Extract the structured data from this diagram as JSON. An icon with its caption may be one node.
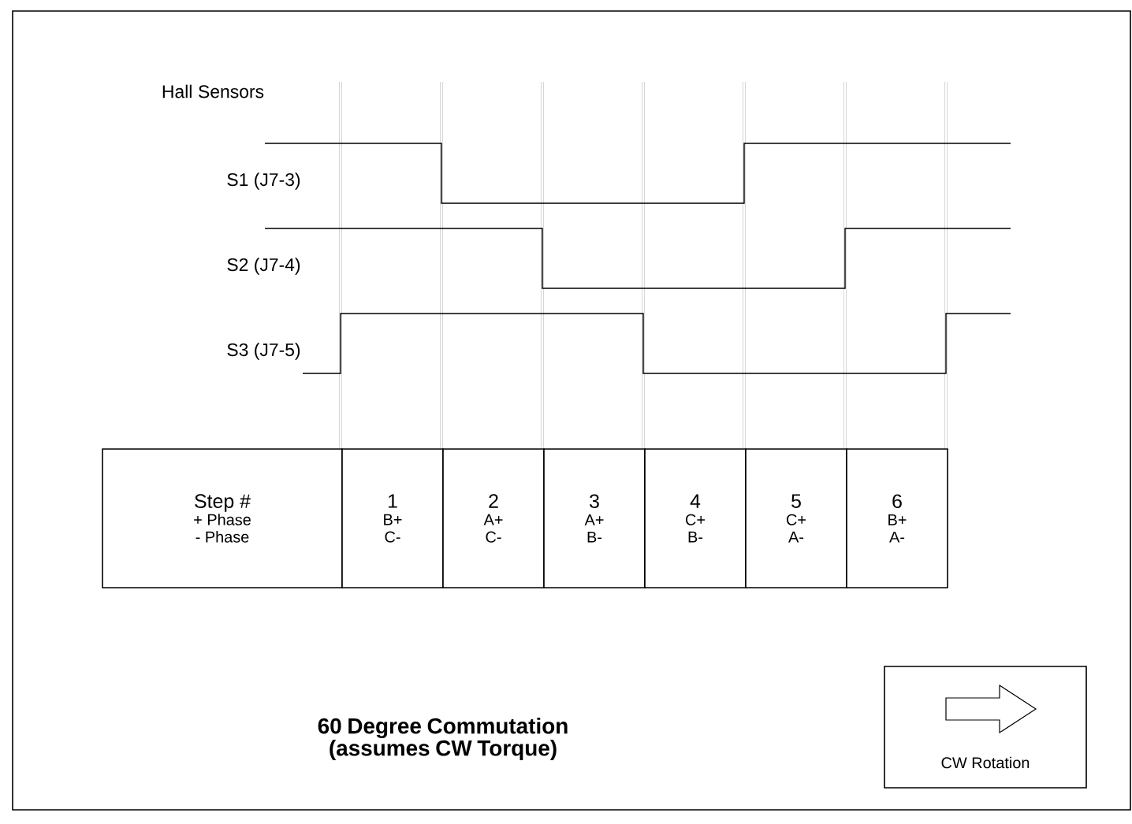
{
  "diagram": {
    "caption": "60 Degree Commutation (assumes CW Torque)",
    "nodes": [
      {
        "text": [
          "Step #",
          "+ Phase",
          "- Phase"
        ]
      },
      {
        "text": [
          "1",
          "B+",
          "C-"
        ]
      },
      {
        "text": [
          "2",
          "A+",
          "C-"
        ]
      },
      {
        "text": [
          "3",
          "A+",
          "B-"
        ]
      },
      {
        "text": [
          "4",
          "C+",
          "B-"
        ]
      },
      {
        "text": [
          "5",
          "C+",
          "A-"
        ]
      },
      {
        "text": [
          "6",
          "B+",
          "A-"
        ]
      },
      {
        "text": [
          "CW Rotation"
        ]
      }
    ],
    "edges": [],
    "labels": [
      "Hall Sensors",
      "S1 (J7-3)",
      "S2 (J7-4)",
      "S3 (J7-5)"
    ]
  }
}
